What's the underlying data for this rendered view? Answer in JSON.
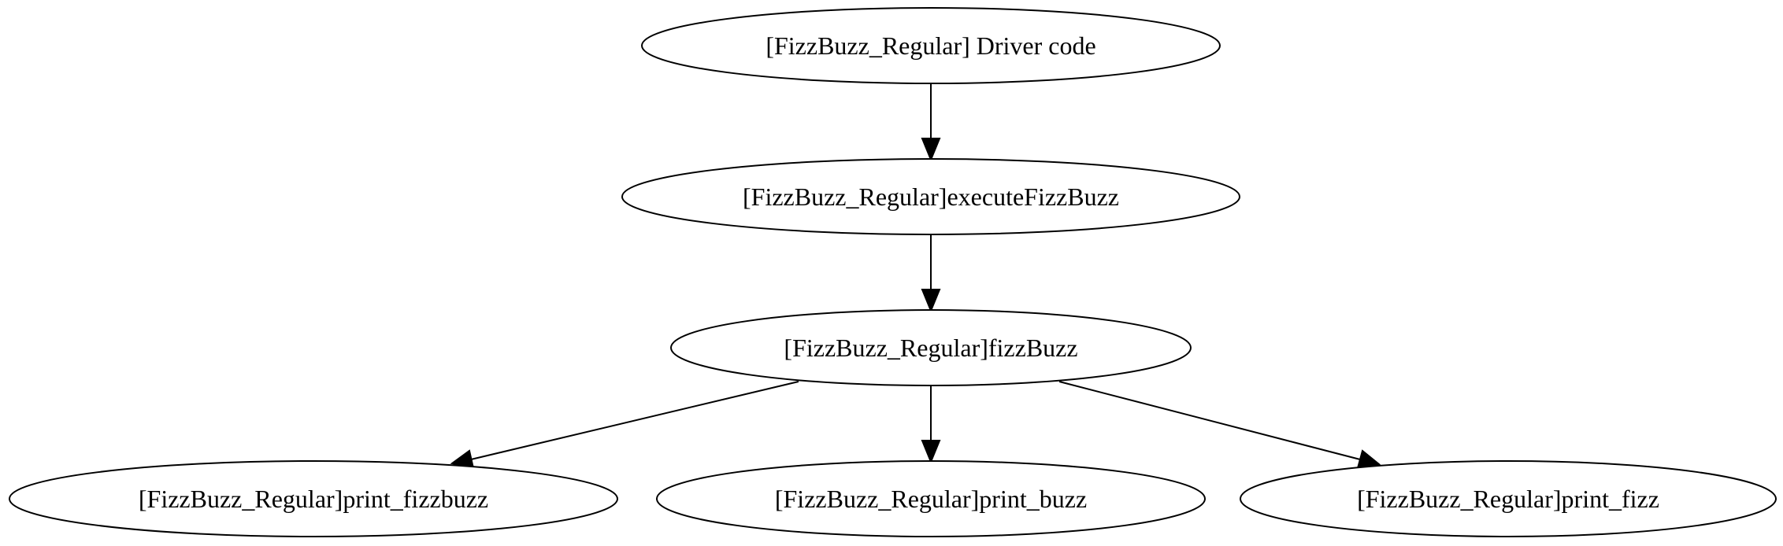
{
  "graph": {
    "nodes": [
      {
        "id": "driver",
        "label": "[FizzBuzz_Regular] Driver code"
      },
      {
        "id": "execute",
        "label": "[FizzBuzz_Regular]executeFizzBuzz"
      },
      {
        "id": "fizzbuzz",
        "label": "[FizzBuzz_Regular]fizzBuzz"
      },
      {
        "id": "print_fizzbuzz",
        "label": "[FizzBuzz_Regular]print_fizzbuzz"
      },
      {
        "id": "print_buzz",
        "label": "[FizzBuzz_Regular]print_buzz"
      },
      {
        "id": "print_fizz",
        "label": "[FizzBuzz_Regular]print_fizz"
      }
    ],
    "edges": [
      {
        "from": "driver",
        "to": "execute"
      },
      {
        "from": "execute",
        "to": "fizzbuzz"
      },
      {
        "from": "fizzbuzz",
        "to": "print_fizzbuzz"
      },
      {
        "from": "fizzbuzz",
        "to": "print_buzz"
      },
      {
        "from": "fizzbuzz",
        "to": "print_fizz"
      }
    ]
  }
}
